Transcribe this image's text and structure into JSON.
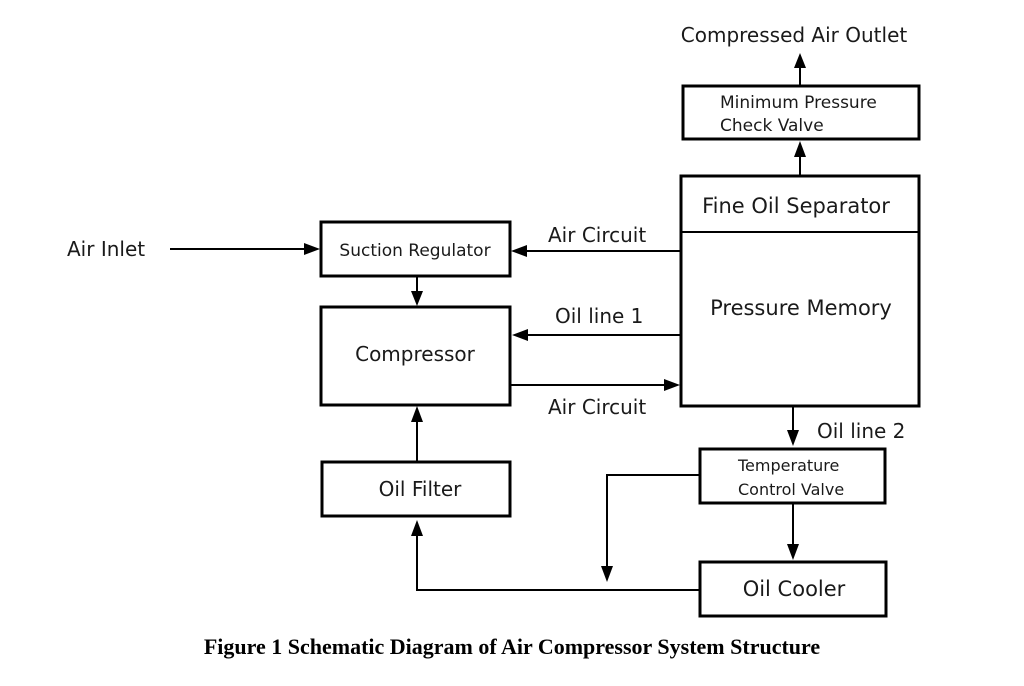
{
  "blocks": {
    "min_pressure_valve": [
      "Minimum Pressure",
      "Check Valve"
    ],
    "fine_oil_separator": "Fine Oil Separator",
    "pressure_memory": "Pressure Memory",
    "suction_regulator": "Suction Regulator",
    "compressor": "Compressor",
    "oil_filter": "Oil Filter",
    "temperature_control_valve": [
      "Temperature",
      "Control Valve"
    ],
    "oil_cooler": "Oil Cooler"
  },
  "labels": {
    "air_inlet": "Air Inlet",
    "compressed_air_outlet": "Compressed Air Outlet",
    "air_circuit_return": "Air Circuit",
    "air_circuit_supply": "Air Circuit",
    "oil_line_1": "Oil line 1",
    "oil_line_2": "Oil line 2"
  },
  "caption": "Figure 1 Schematic Diagram of Air Compressor System Structure"
}
